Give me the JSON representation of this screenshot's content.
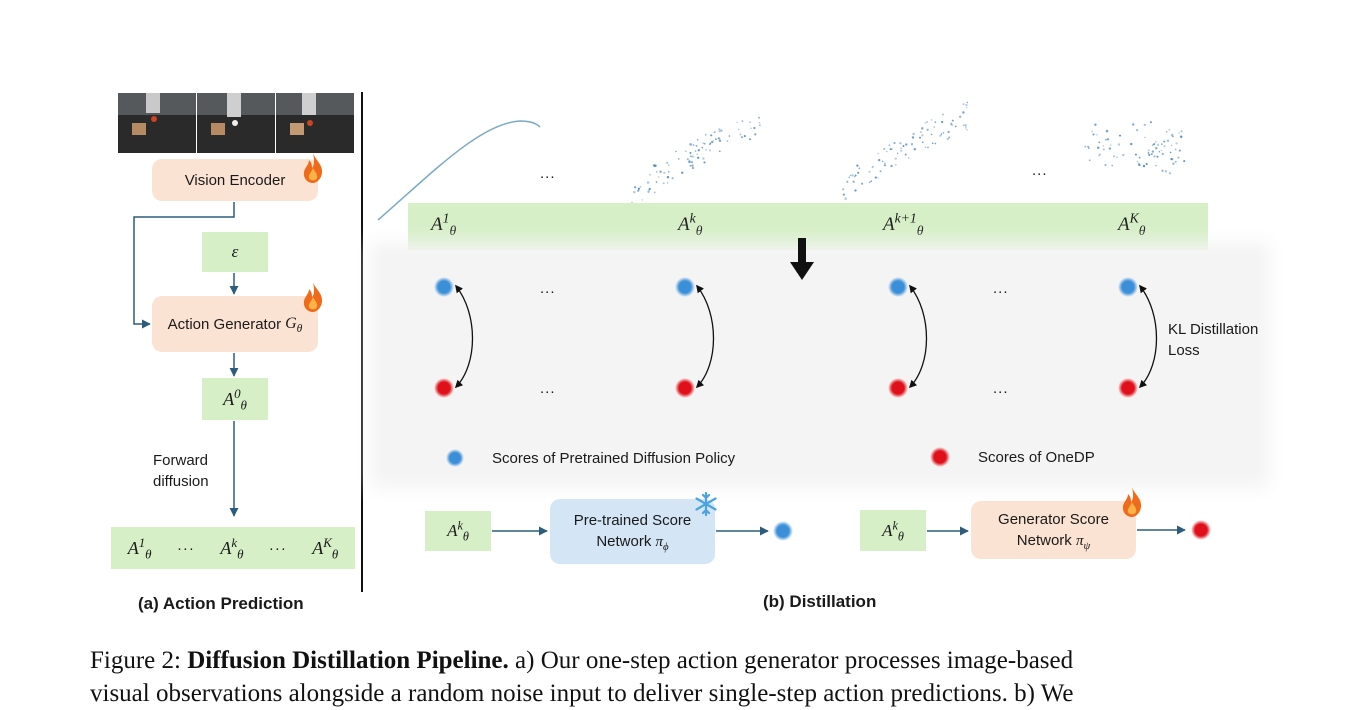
{
  "panel_a": {
    "vision_encoder": "Vision Encoder",
    "epsilon": "ε",
    "action_generator": "Action Generator",
    "action_generator_symbol": "G",
    "action_generator_sub": "θ",
    "a0": {
      "base": "A",
      "sup": "0",
      "sub": "θ"
    },
    "forward_diffusion_line1": "Forward",
    "forward_diffusion_line2": "diffusion",
    "sequence": [
      {
        "base": "A",
        "sup": "1",
        "sub": "θ"
      },
      {
        "base": "A",
        "sup": "k",
        "sub": "θ"
      },
      {
        "base": "A",
        "sup": "K",
        "sub": "θ"
      }
    ],
    "ellipsis": "···",
    "label": "(a) Action Prediction"
  },
  "panel_b": {
    "bar_items": [
      {
        "base": "A",
        "sup": "1",
        "sub": "θ"
      },
      {
        "base": "A",
        "sup": "k",
        "sub": "θ"
      },
      {
        "base": "A",
        "sup": "k+1",
        "sub": "θ"
      },
      {
        "base": "A",
        "sup": "K",
        "sub": "θ"
      }
    ],
    "ellipsis": "...",
    "kl_loss_line1": "KL Distillation",
    "kl_loss_line2": "Loss",
    "legend_blue": "Scores of Pretrained Diffusion Policy",
    "legend_red": "Scores of OneDP",
    "input_ak": {
      "base": "A",
      "sup": "k",
      "sub": "θ"
    },
    "pretrained_line1": "Pre-trained Score",
    "pretrained_line2": "Network",
    "pretrained_symbol": "π",
    "pretrained_sub": "ϕ",
    "generator_line1": "Generator Score",
    "generator_line2": "Network",
    "generator_symbol": "π",
    "generator_sub": "ψ",
    "label": "(b) Distillation"
  },
  "caption": {
    "prefix": "Figure 2: ",
    "bold": "Diffusion Distillation Pipeline.",
    "line1_rest": " a) Our one-step action generator processes image-based",
    "line2": "visual observations alongside a random noise input to deliver single-step action predictions. b) We"
  },
  "colors": {
    "green": "#d6efc7",
    "peach": "#fbe3d3",
    "blue_box": "#d4e6f6",
    "arrow": "#2c5d7c",
    "blue_dot": "#3b8fd9",
    "red_dot": "#e0101a",
    "flame": "#f06a1c"
  },
  "icons": [
    "flame-icon",
    "snowflake-icon"
  ]
}
